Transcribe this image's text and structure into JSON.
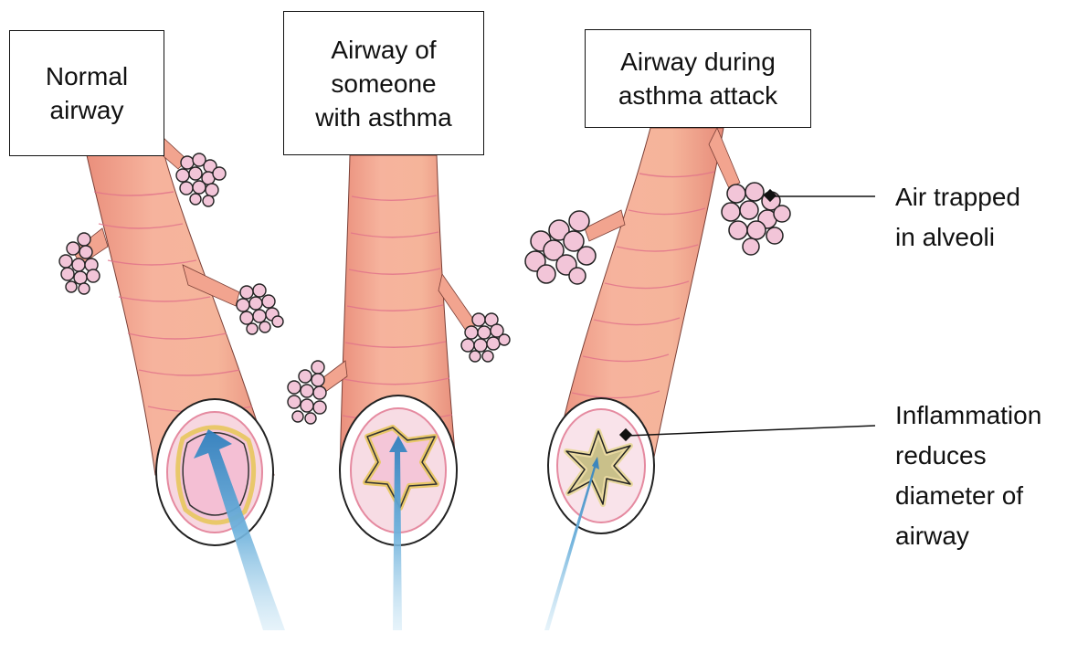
{
  "panels": [
    {
      "label": "Normal\nairway"
    },
    {
      "label": "Airway of\nsomeone\nwith asthma"
    },
    {
      "label": "Airway during\nasthma attack"
    }
  ],
  "callouts": {
    "alveoli": "Air trapped\nin alveoli",
    "inflammation": "Inflammation\nreduces\ndiameter of\nairway"
  },
  "colors": {
    "tube": "#f2a48f",
    "ring_line": "#e58aa0",
    "lumen": "#f4c6d8",
    "mucus": "#f3e19a",
    "alveoli": "#f0bfd3",
    "arrow": "#4a93c8"
  }
}
